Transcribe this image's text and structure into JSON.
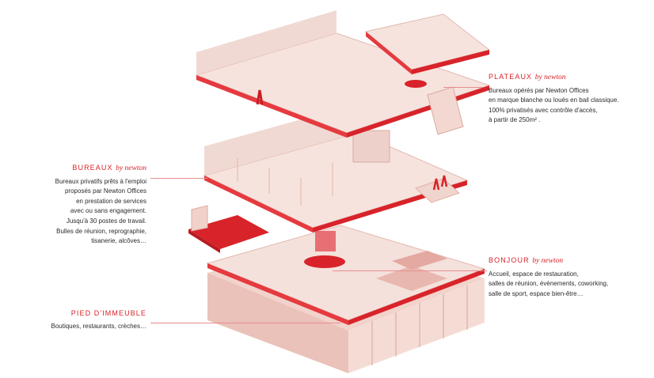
{
  "accent_color": "#d8232a",
  "floor_color": "#f3d9d3",
  "wall_color": "#ead0c9",
  "labels": {
    "plateaux": {
      "title": "PLATEAUX",
      "by": "by newton",
      "lines": [
        "Bureaux opérés par Newton Offices",
        "en marque blanche ou loués en bail classique.",
        "100% privatisés avec contrôle d'accès,",
        "à partir de 250m² ."
      ]
    },
    "bureaux": {
      "title": "BUREAUX",
      "by": "by newton",
      "lines": [
        "Bureaux privatifs prêts à l'emploi",
        "proposés par Newton Offices",
        "en prestation de services",
        "avec ou sans engagement.",
        "Jusqu'à 30 postes de travail.",
        "Bulles de réunion, reprographie,",
        "tisanerie, alcôves…"
      ]
    },
    "bonjour": {
      "title": "BONJOUR",
      "by": "by newton",
      "lines": [
        "Accueil, espace de restauration,",
        "salles de réunion, évènements, coworking,",
        "salle de sport, espace bien-être…"
      ]
    },
    "pied": {
      "title": "PIED D'IMMEUBLE",
      "lines": [
        "Boutiques, restaurants, crèches…"
      ]
    }
  }
}
